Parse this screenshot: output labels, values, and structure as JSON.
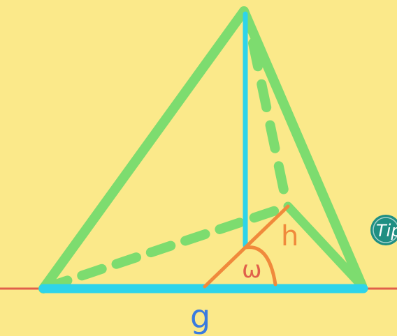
{
  "labels": {
    "base": "g",
    "height": "h",
    "angle": "ω",
    "tip": "Tip"
  },
  "colors": {
    "background": "#fbe98a",
    "pyramid_edges": "#7ddc6f",
    "base_line": "#2ed4ea",
    "height_line": "#2ed4ea",
    "ground_line": "#e0604a",
    "height_marker": "#f08a3c",
    "label_g": "#3a7be0",
    "label_h": "#f08a3c",
    "label_omega": "#e0604a",
    "tip_badge": "#1f8f83"
  },
  "icons": {
    "tip": "tip-badge-icon"
  }
}
